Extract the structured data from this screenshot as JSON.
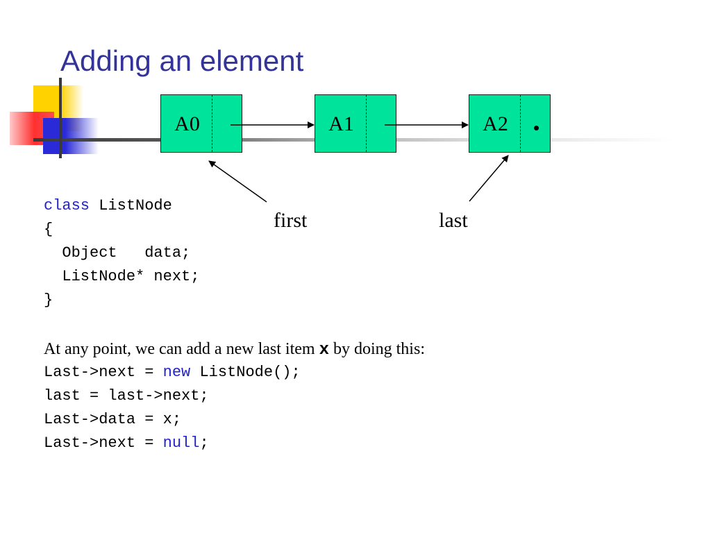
{
  "title": "Adding an element",
  "diagram": {
    "nodes": [
      {
        "value": "A0"
      },
      {
        "value": "A1"
      },
      {
        "value": "A2"
      }
    ],
    "labels": {
      "first": "first",
      "last": "last"
    }
  },
  "class_code": {
    "line1_kw": "class",
    "line1_rest": " ListNode",
    "line2": "{",
    "line3": "  Object   data;",
    "line4": "  ListNode* next;",
    "line5": "}"
  },
  "prose": {
    "before": "At any point, we can add a new last item ",
    "var": "x",
    "after": " by doing this:"
  },
  "steps_code": {
    "s1_a": "Last->next = ",
    "s1_kw": "new",
    "s1_b": " ListNode();",
    "s2": "last = last->next;",
    "s3": "Last->data = x;",
    "s4_a": "Last->next = ",
    "s4_kw": "null",
    "s4_b": ";"
  },
  "colors": {
    "title": "#333399",
    "node_fill": "#00e39a",
    "keyword": "#2222cc"
  }
}
